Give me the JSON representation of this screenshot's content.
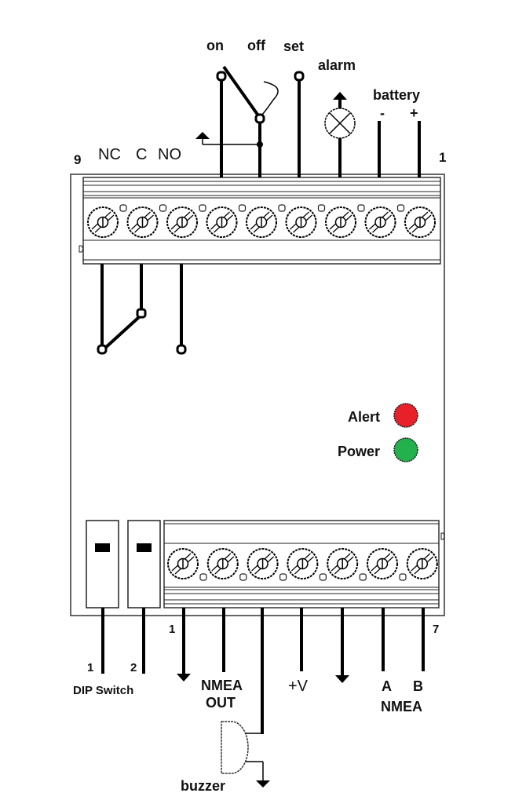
{
  "diagram": {
    "title": "Alarm monitor wiring diagram",
    "top_terminal": {
      "pin_first_label": "9",
      "pin_last_label": "1",
      "relay_labels": [
        "NC",
        "C",
        "NO"
      ],
      "switch_labels": {
        "on": "on",
        "off": "off",
        "set": "set"
      },
      "alarm_label": "alarm",
      "battery_label": "battery",
      "battery_minus": "-",
      "battery_plus": "+",
      "screw_count": 9
    },
    "indicators": [
      {
        "label": "Alert",
        "color": "#e8202a"
      },
      {
        "label": "Power",
        "color": "#22b14c"
      }
    ],
    "bottom_terminal": {
      "pin_first_label": "1",
      "pin_last_label": "7",
      "screw_count": 7,
      "dip_switch_label": "DIP Switch",
      "dip_numbers": [
        "1",
        "2"
      ],
      "nmea_out_label_1": "NMEA",
      "nmea_out_label_2": "OUT",
      "plus_v_label": "+V",
      "nmea_a": "A",
      "nmea_b": "B",
      "nmea_label": "NMEA",
      "buzzer_label": "buzzer"
    }
  }
}
